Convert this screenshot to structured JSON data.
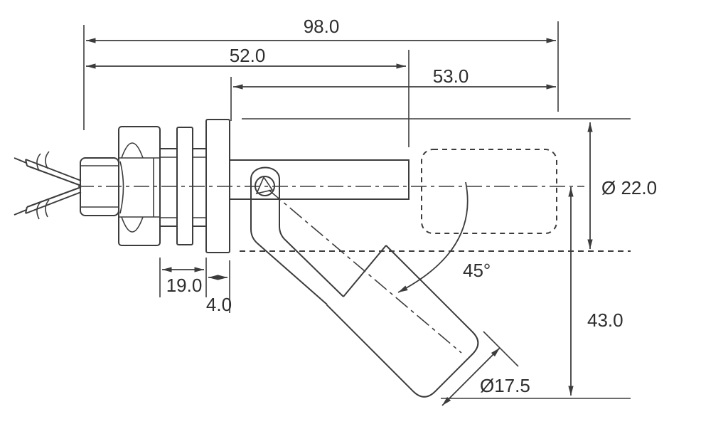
{
  "drawing": {
    "type": "technical-dimension-drawing",
    "subject": "side-mount float level switch, float shown tilted with alternate horizontal position dashed",
    "labels": {
      "total_length": "98.0",
      "body_length": "52.0",
      "float_section_length": "53.0",
      "envelope_diameter": "Ø 22.0",
      "drop_height": "43.0",
      "thread_length": "19.0",
      "flange_thickness": "4.0",
      "swing_angle": "45°",
      "float_diameter": "Ø17.5"
    },
    "colors": {
      "line": "#3c3c3c",
      "text": "#2e2e2e",
      "background": "#ffffff"
    }
  }
}
